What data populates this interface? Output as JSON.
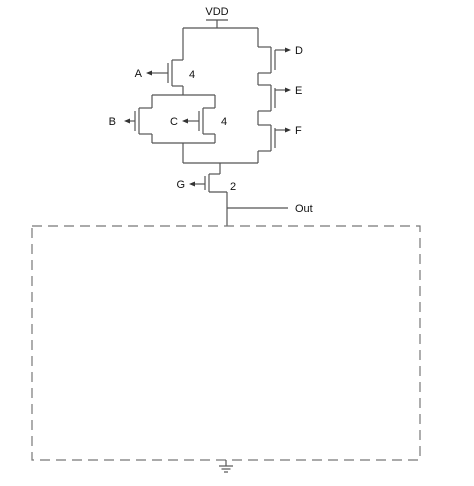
{
  "nodes": {
    "vdd": "VDD",
    "out": "Out"
  },
  "transistors": [
    {
      "id": "A",
      "gate": "A",
      "size": "4"
    },
    {
      "id": "B",
      "gate": "B",
      "size": ""
    },
    {
      "id": "C",
      "gate": "C",
      "size": "4"
    },
    {
      "id": "D",
      "gate": "D",
      "size": ""
    },
    {
      "id": "E",
      "gate": "E",
      "size": ""
    },
    {
      "id": "F",
      "gate": "F",
      "size": ""
    },
    {
      "id": "G",
      "gate": "G",
      "size": "2"
    }
  ],
  "pulldown_network": {
    "style": "dashed-box"
  },
  "ground": {
    "symbol": "ground-icon"
  },
  "colors": {
    "wire": "#555555",
    "text": "#111111"
  }
}
